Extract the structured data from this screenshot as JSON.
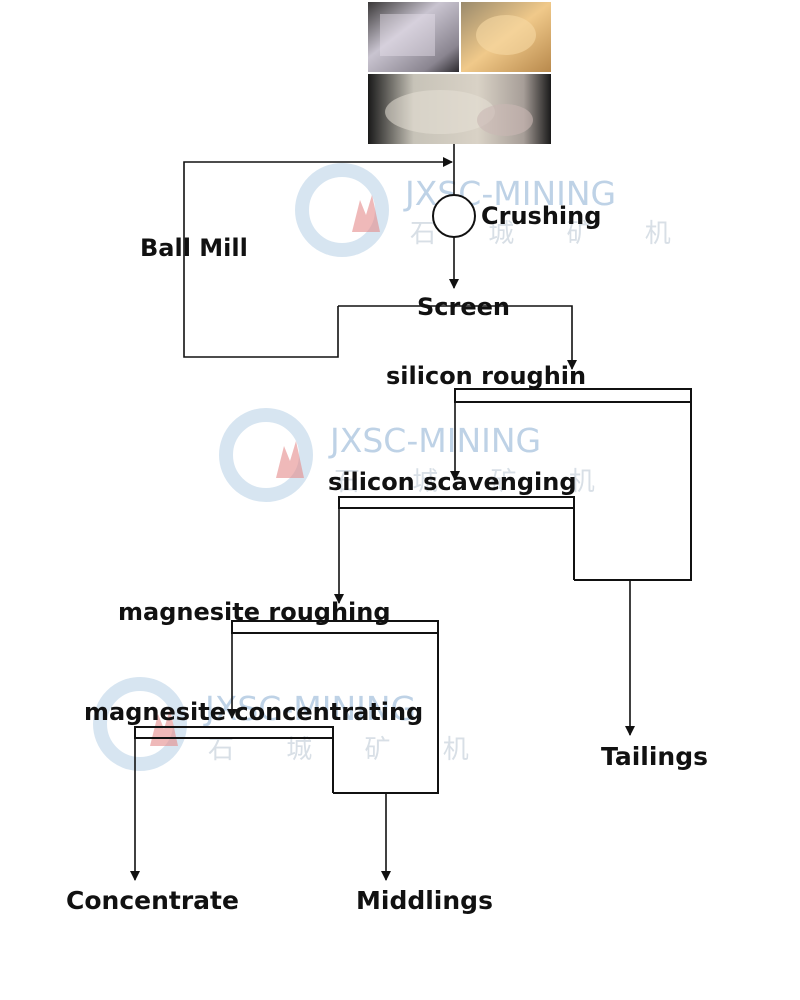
{
  "labels": {
    "ball_mill": "Ball Mill",
    "crushing": "Crushing",
    "screen": "Screen",
    "silicon_roughing": "silicon roughin",
    "silicon_scavenging": "silicon scavenging",
    "magnesite_roughing": "magnesite roughing",
    "magnesite_concentrating": "magnesite concentrating",
    "tailings": "Tailings",
    "concentrate": "Concentrate",
    "middlings": "Middlings"
  },
  "watermark": {
    "text": "JXSC-MINING",
    "chinese": "石 城 矿 机"
  },
  "colors": {
    "line": "#111111",
    "watermark_blue": "#a9c3de",
    "watermark_red": "#e58b8b"
  }
}
